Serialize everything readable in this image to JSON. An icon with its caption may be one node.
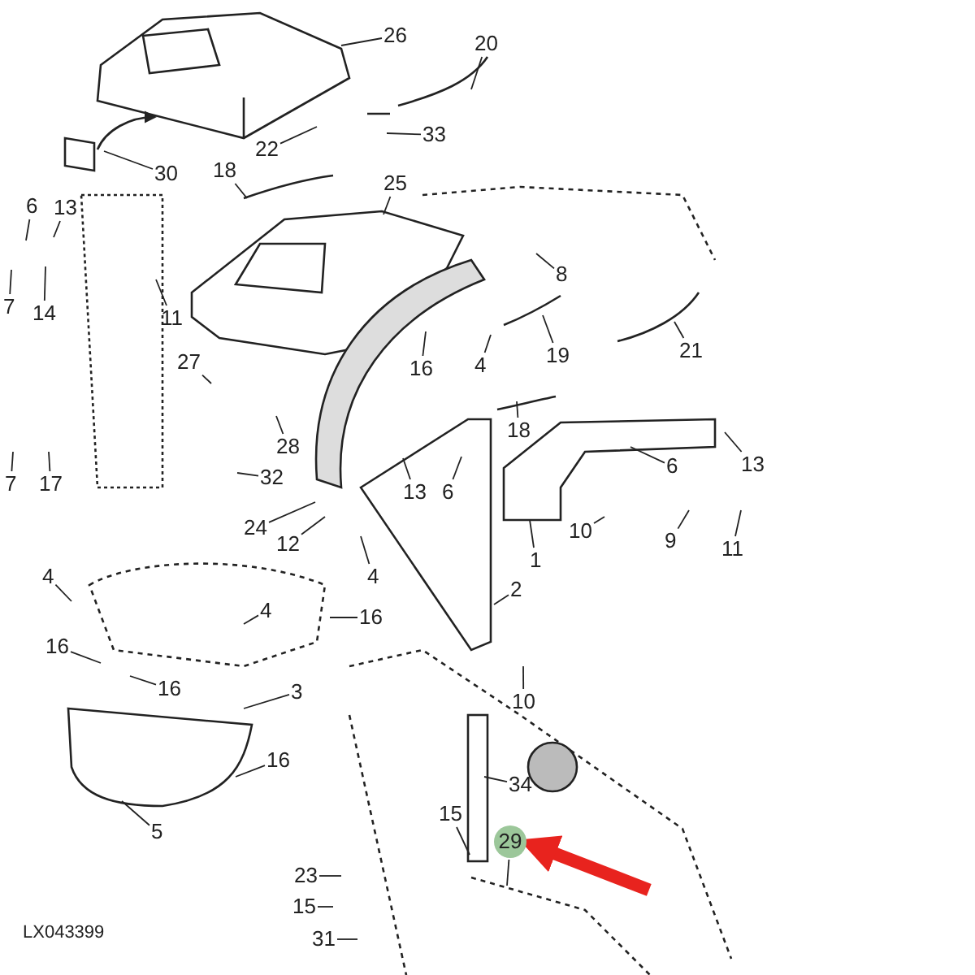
{
  "diagram": {
    "nodes": [
      {
        "text": [
          "26"
        ]
      },
      {
        "text": [
          "20"
        ]
      },
      {
        "text": [
          "22"
        ]
      },
      {
        "text": [
          "33"
        ]
      },
      {
        "text": [
          "30"
        ]
      },
      {
        "text": [
          "18"
        ]
      },
      {
        "text": [
          "25"
        ]
      },
      {
        "text": [
          "6"
        ]
      },
      {
        "text": [
          "13"
        ]
      },
      {
        "text": [
          "8"
        ]
      },
      {
        "text": [
          "7"
        ]
      },
      {
        "text": [
          "14"
        ]
      },
      {
        "text": [
          "11"
        ]
      },
      {
        "text": [
          "21"
        ]
      },
      {
        "text": [
          "27"
        ]
      },
      {
        "text": [
          "16"
        ]
      },
      {
        "text": [
          "4"
        ]
      },
      {
        "text": [
          "19"
        ]
      },
      {
        "text": [
          "18"
        ]
      },
      {
        "text": [
          "28"
        ]
      },
      {
        "text": [
          "13"
        ]
      },
      {
        "text": [
          "6"
        ]
      },
      {
        "text": [
          "7"
        ]
      },
      {
        "text": [
          "17"
        ]
      },
      {
        "text": [
          "13"
        ]
      },
      {
        "text": [
          "6"
        ]
      },
      {
        "text": [
          "32"
        ]
      },
      {
        "text": [
          "24"
        ]
      },
      {
        "text": [
          "10"
        ]
      },
      {
        "text": [
          "9"
        ]
      },
      {
        "text": [
          "11"
        ]
      },
      {
        "text": [
          "12"
        ]
      },
      {
        "text": [
          "1"
        ]
      },
      {
        "text": [
          "4"
        ]
      },
      {
        "text": [
          "4"
        ]
      },
      {
        "text": [
          "2"
        ]
      },
      {
        "text": [
          "4"
        ]
      },
      {
        "text": [
          "16"
        ]
      },
      {
        "text": [
          "16"
        ]
      },
      {
        "text": [
          "16"
        ]
      },
      {
        "text": [
          "3"
        ]
      },
      {
        "text": [
          "10"
        ]
      },
      {
        "text": [
          "16"
        ]
      },
      {
        "text": [
          "34"
        ]
      },
      {
        "text": [
          "15"
        ]
      },
      {
        "text": [
          "29"
        ]
      },
      {
        "text": [
          "5"
        ]
      },
      {
        "text": [
          "23"
        ]
      },
      {
        "text": [
          "15"
        ]
      },
      {
        "text": [
          "31"
        ]
      }
    ],
    "edges": [
      {
        "from": 0,
        "to": null,
        "arrow": "none"
      },
      {
        "from": 1,
        "to": null,
        "arrow": "none"
      },
      {
        "from": 2,
        "to": null,
        "arrow": "none"
      },
      {
        "from": 3,
        "to": null,
        "arrow": "none"
      },
      {
        "from": 4,
        "to": null,
        "arrow": "none"
      },
      {
        "from": 5,
        "to": null,
        "arrow": "none"
      },
      {
        "from": 6,
        "to": null,
        "arrow": "none"
      },
      {
        "from": 7,
        "to": null,
        "arrow": "none"
      },
      {
        "from": 8,
        "to": null,
        "arrow": "none"
      },
      {
        "from": 9,
        "to": null,
        "arrow": "none"
      },
      {
        "from": 10,
        "to": null,
        "arrow": "none"
      },
      {
        "from": 11,
        "to": null,
        "arrow": "none"
      },
      {
        "from": 12,
        "to": null,
        "arrow": "none"
      },
      {
        "from": 13,
        "to": null,
        "arrow": "none"
      },
      {
        "from": 14,
        "to": null,
        "arrow": "none"
      },
      {
        "from": 15,
        "to": null,
        "arrow": "none"
      },
      {
        "from": 16,
        "to": null,
        "arrow": "none"
      },
      {
        "from": 17,
        "to": null,
        "arrow": "none"
      },
      {
        "from": 18,
        "to": null,
        "arrow": "none"
      },
      {
        "from": 19,
        "to": null,
        "arrow": "none"
      },
      {
        "from": 20,
        "to": null,
        "arrow": "none"
      },
      {
        "from": 21,
        "to": null,
        "arrow": "none"
      },
      {
        "from": 22,
        "to": null,
        "arrow": "none"
      },
      {
        "from": 23,
        "to": null,
        "arrow": "none"
      },
      {
        "from": 24,
        "to": null,
        "arrow": "none"
      },
      {
        "from": 25,
        "to": null,
        "arrow": "none"
      },
      {
        "from": 26,
        "to": null,
        "arrow": "none"
      },
      {
        "from": 27,
        "to": null,
        "arrow": "none"
      },
      {
        "from": 28,
        "to": null,
        "arrow": "none"
      },
      {
        "from": 29,
        "to": null,
        "arrow": "none"
      },
      {
        "from": 30,
        "to": null,
        "arrow": "none"
      },
      {
        "from": 31,
        "to": null,
        "arrow": "none"
      },
      {
        "from": 32,
        "to": null,
        "arrow": "none"
      },
      {
        "from": 33,
        "to": null,
        "arrow": "none"
      },
      {
        "from": 34,
        "to": null,
        "arrow": "none"
      },
      {
        "from": 35,
        "to": null,
        "arrow": "none"
      },
      {
        "from": 36,
        "to": null,
        "arrow": "none"
      },
      {
        "from": 37,
        "to": null,
        "arrow": "none"
      },
      {
        "from": 38,
        "to": null,
        "arrow": "none"
      },
      {
        "from": 39,
        "to": null,
        "arrow": "none"
      },
      {
        "from": 40,
        "to": null,
        "arrow": "none"
      },
      {
        "from": 41,
        "to": null,
        "arrow": "none"
      },
      {
        "from": 42,
        "to": null,
        "arrow": "none"
      },
      {
        "from": 43,
        "to": null,
        "arrow": "none"
      },
      {
        "from": 44,
        "to": null,
        "arrow": "none"
      },
      {
        "from": 45,
        "to": null,
        "arrow": "none"
      },
      {
        "from": 46,
        "to": null,
        "arrow": "none"
      },
      {
        "from": 47,
        "to": null,
        "arrow": "none"
      },
      {
        "from": 48,
        "to": null,
        "arrow": "none"
      },
      {
        "from": 49,
        "to": null,
        "arrow": "none"
      },
      {
        "from": null,
        "to": 45,
        "arrow": "to",
        "style": "thick",
        "color": "#e8231e"
      }
    ],
    "labels": [
      "LX043399"
    ]
  }
}
